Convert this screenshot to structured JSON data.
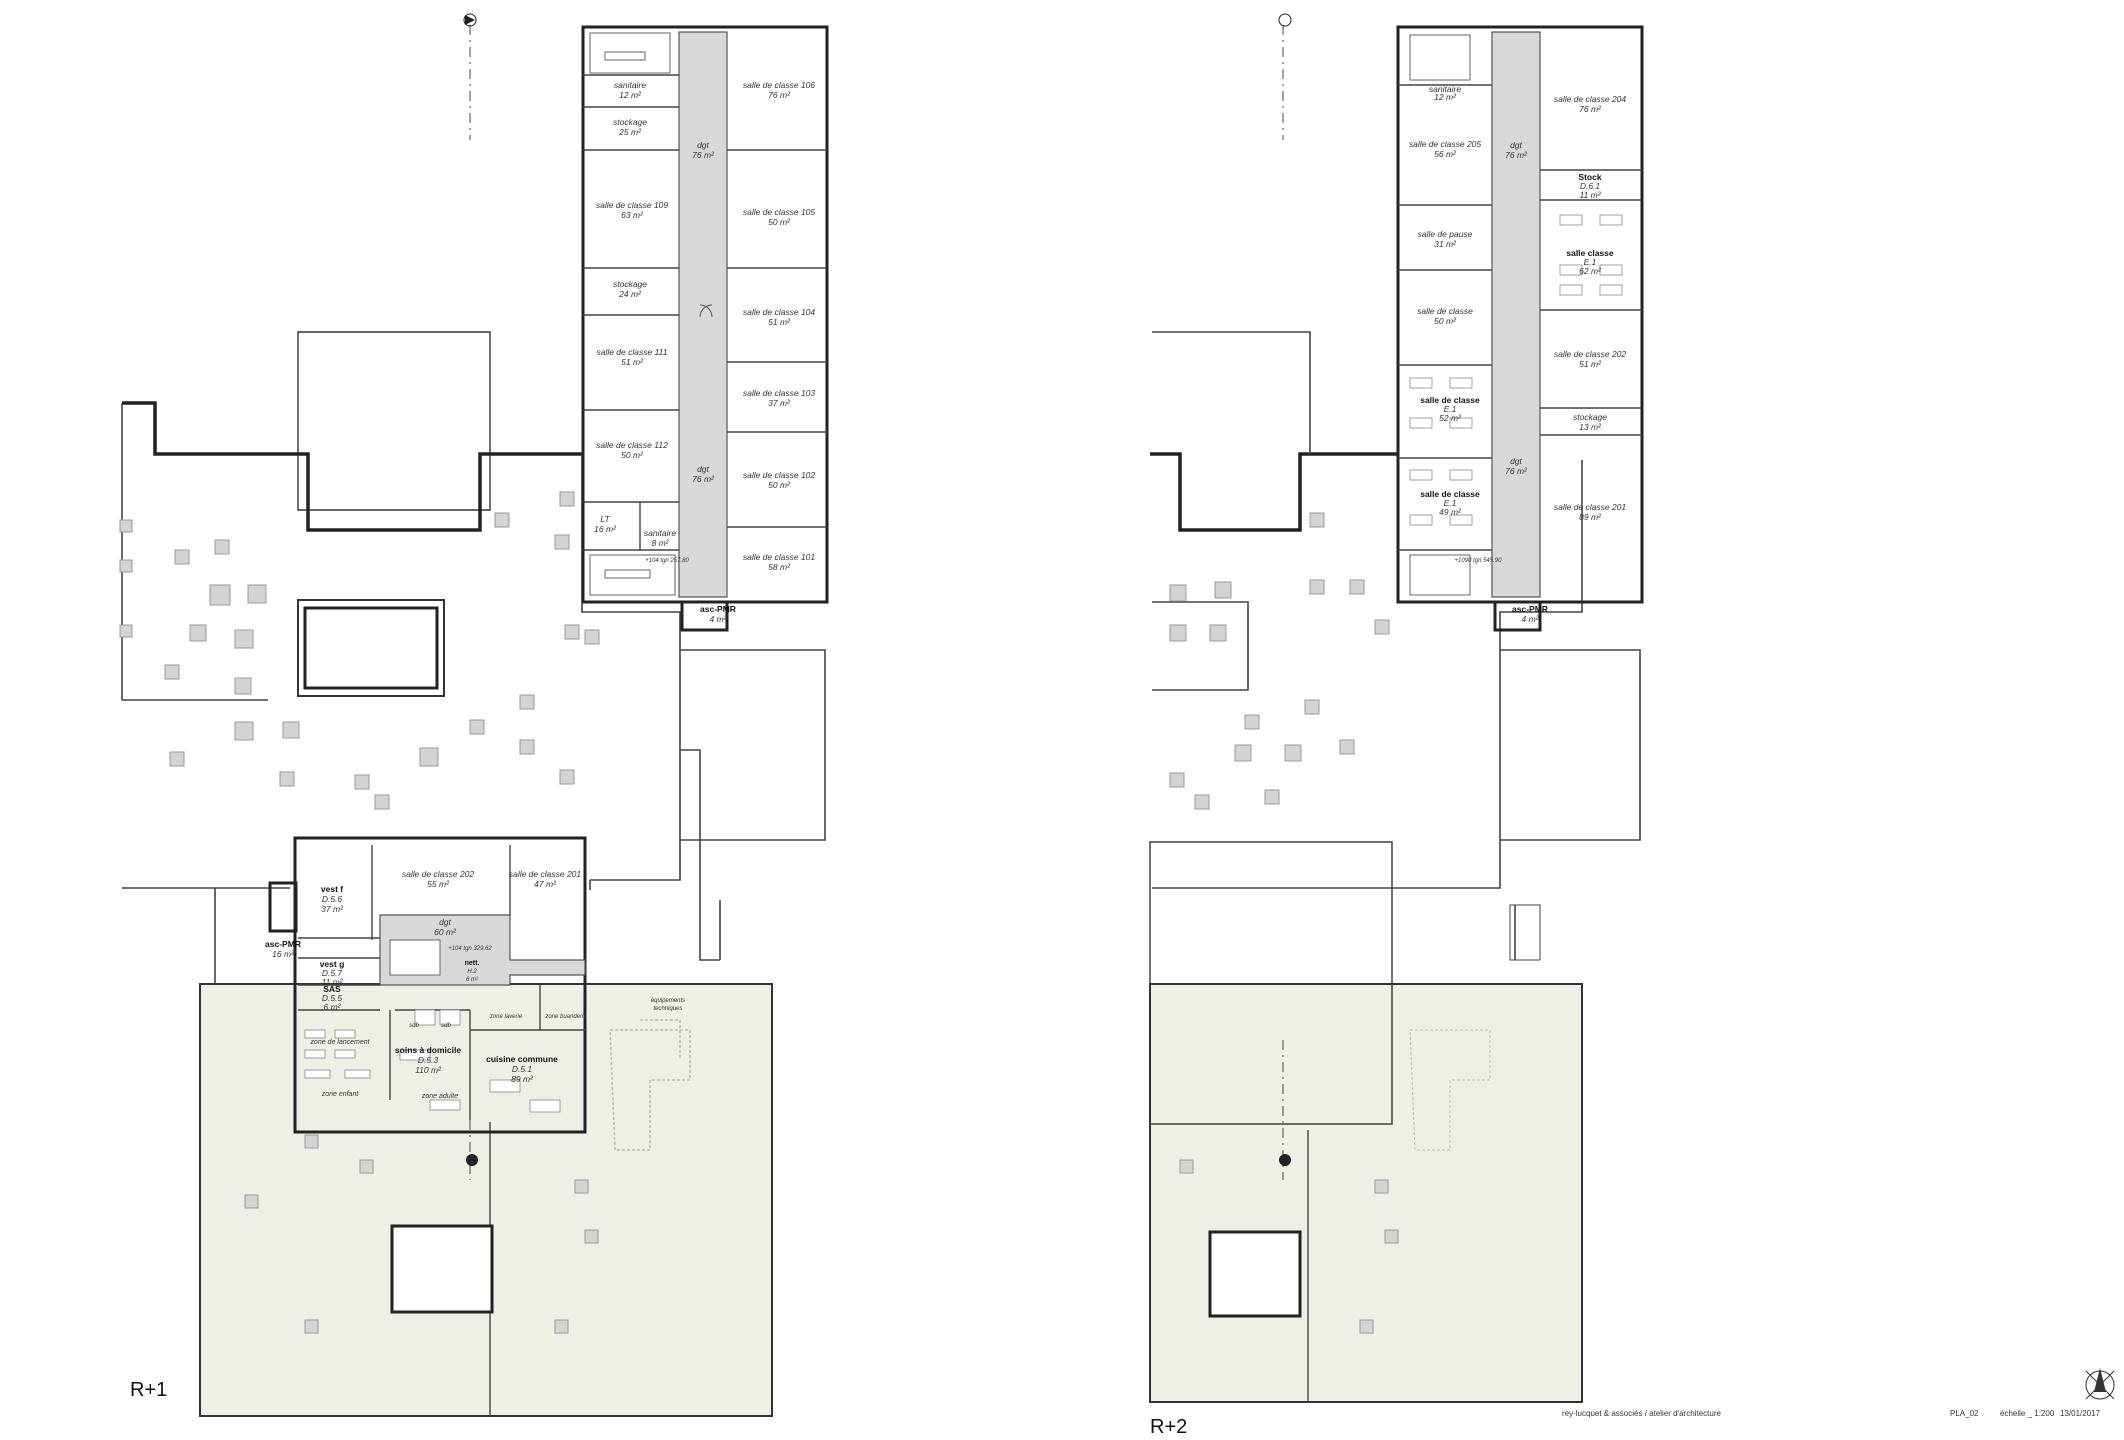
{
  "levels": {
    "left": "R+1",
    "right": "R+2"
  },
  "titleblock": {
    "office": "rey-lucquet & associés / atelier d'architecture",
    "code": "PLA_02",
    "scale": "échelle _ 1:200",
    "date": "13/01/2017"
  },
  "colors": {
    "corridor": "#d8d8d8",
    "roof": "#eef0e6",
    "wall": "#222222"
  },
  "north_arrow_icon": "north-arrow-icon",
  "r1": {
    "north_wing": [
      {
        "name": "sanitaire",
        "area": "12 m²"
      },
      {
        "name": "stockage",
        "area": "25 m²"
      },
      {
        "name": "salle de classe 109",
        "area": "63 m²"
      },
      {
        "name": "stockage",
        "area": "24 m²"
      },
      {
        "name": "salle de classe 111",
        "area": "51 m²"
      },
      {
        "name": "salle de classe 112",
        "area": "50 m²"
      },
      {
        "name": "LT",
        "area": "16 m²"
      },
      {
        "name": "sanitaire",
        "area": "8 m²"
      },
      {
        "name": "salle de classe 106",
        "area": "76 m²"
      },
      {
        "name": "salle de classe 105",
        "area": "50 m²"
      },
      {
        "name": "salle de classe 104",
        "area": "51 m²"
      },
      {
        "name": "salle de classe 103",
        "area": "37 m²"
      },
      {
        "name": "salle de classe 102",
        "area": "50 m²"
      },
      {
        "name": "salle de classe 101",
        "area": "58 m²"
      },
      {
        "name": "dgt",
        "area": "76 m²"
      },
      {
        "name": "dgt",
        "area": "76 m²"
      }
    ],
    "north_level_mark": "+104 tgn 257.80",
    "north_lift": "asc-PMR",
    "north_lift_area": "4 m²",
    "south_block": {
      "classe_202": {
        "name": "salle de classe 202",
        "area": "55 m²"
      },
      "classe_201": {
        "name": "salle de classe 201",
        "area": "47 m²"
      },
      "dgt": {
        "name": "dgt",
        "area": "60 m²"
      },
      "vest_f": {
        "name": "vest f",
        "code": "D.5.6",
        "area": "37 m²"
      },
      "vest_g": {
        "name": "vest g",
        "code": "D.5.7",
        "area": "11 m²"
      },
      "asc": {
        "name": "asc-PMR",
        "area": "16 m²"
      },
      "sas": {
        "name": "SAS",
        "code": "D.5.5",
        "area": "6 m²"
      },
      "level_mark": "+104 tgn 329.62",
      "nett": {
        "name": "nett.",
        "code": "H.2",
        "area": "6 m²"
      },
      "zone_lancement": "zone de lancement",
      "zone_enfant": "zone enfant",
      "zone_adulte": "zone adulte",
      "sdb1": "sdb",
      "sdb2": "sdb",
      "zone_laverie": "zone laverie",
      "zone_buanderie": "zone buanderie",
      "equipements": "équipements",
      "equipements2": "techniques",
      "soins": {
        "name": "soins à domicile",
        "code": "D.5.3",
        "area": "110 m²"
      },
      "cuisine": {
        "name": "cuisine commune",
        "code": "D.5.1",
        "area": "89 m²"
      }
    }
  },
  "r2": {
    "north_wing": [
      {
        "name": "sanitaire",
        "area": "12 m²"
      },
      {
        "name": "salle de classe 205",
        "area": "56 m²"
      },
      {
        "name": "salle de pause",
        "area": "31 m²"
      },
      {
        "name": "salle de classe",
        "area": "50 m²"
      },
      {
        "name": "salle de classe 204",
        "area": "76 m²"
      },
      {
        "name": "salle de classe 202",
        "area": "51 m²"
      },
      {
        "name": "stockage",
        "area": "13 m²"
      },
      {
        "name": "salle de classe 201",
        "area": "89 m²"
      },
      {
        "name": "dgt",
        "area": "76 m²"
      },
      {
        "name": "dgt",
        "area": "76 m²"
      }
    ],
    "stock": {
      "name": "Stock",
      "code": "D.6.1",
      "area": "11 m²"
    },
    "classe_e1": {
      "name": "salle classe",
      "code": "E.1",
      "area": "62 m²"
    },
    "classe_e1b": {
      "name": "salle de classe",
      "code": "E.1",
      "area": "52 m²"
    },
    "classe_e1c": {
      "name": "salle de classe",
      "code": "E.1",
      "area": "49 m²"
    },
    "level_mark": "+1090 tgn 545.90",
    "lift": "asc-PMR",
    "lift_area": "4 m²"
  }
}
